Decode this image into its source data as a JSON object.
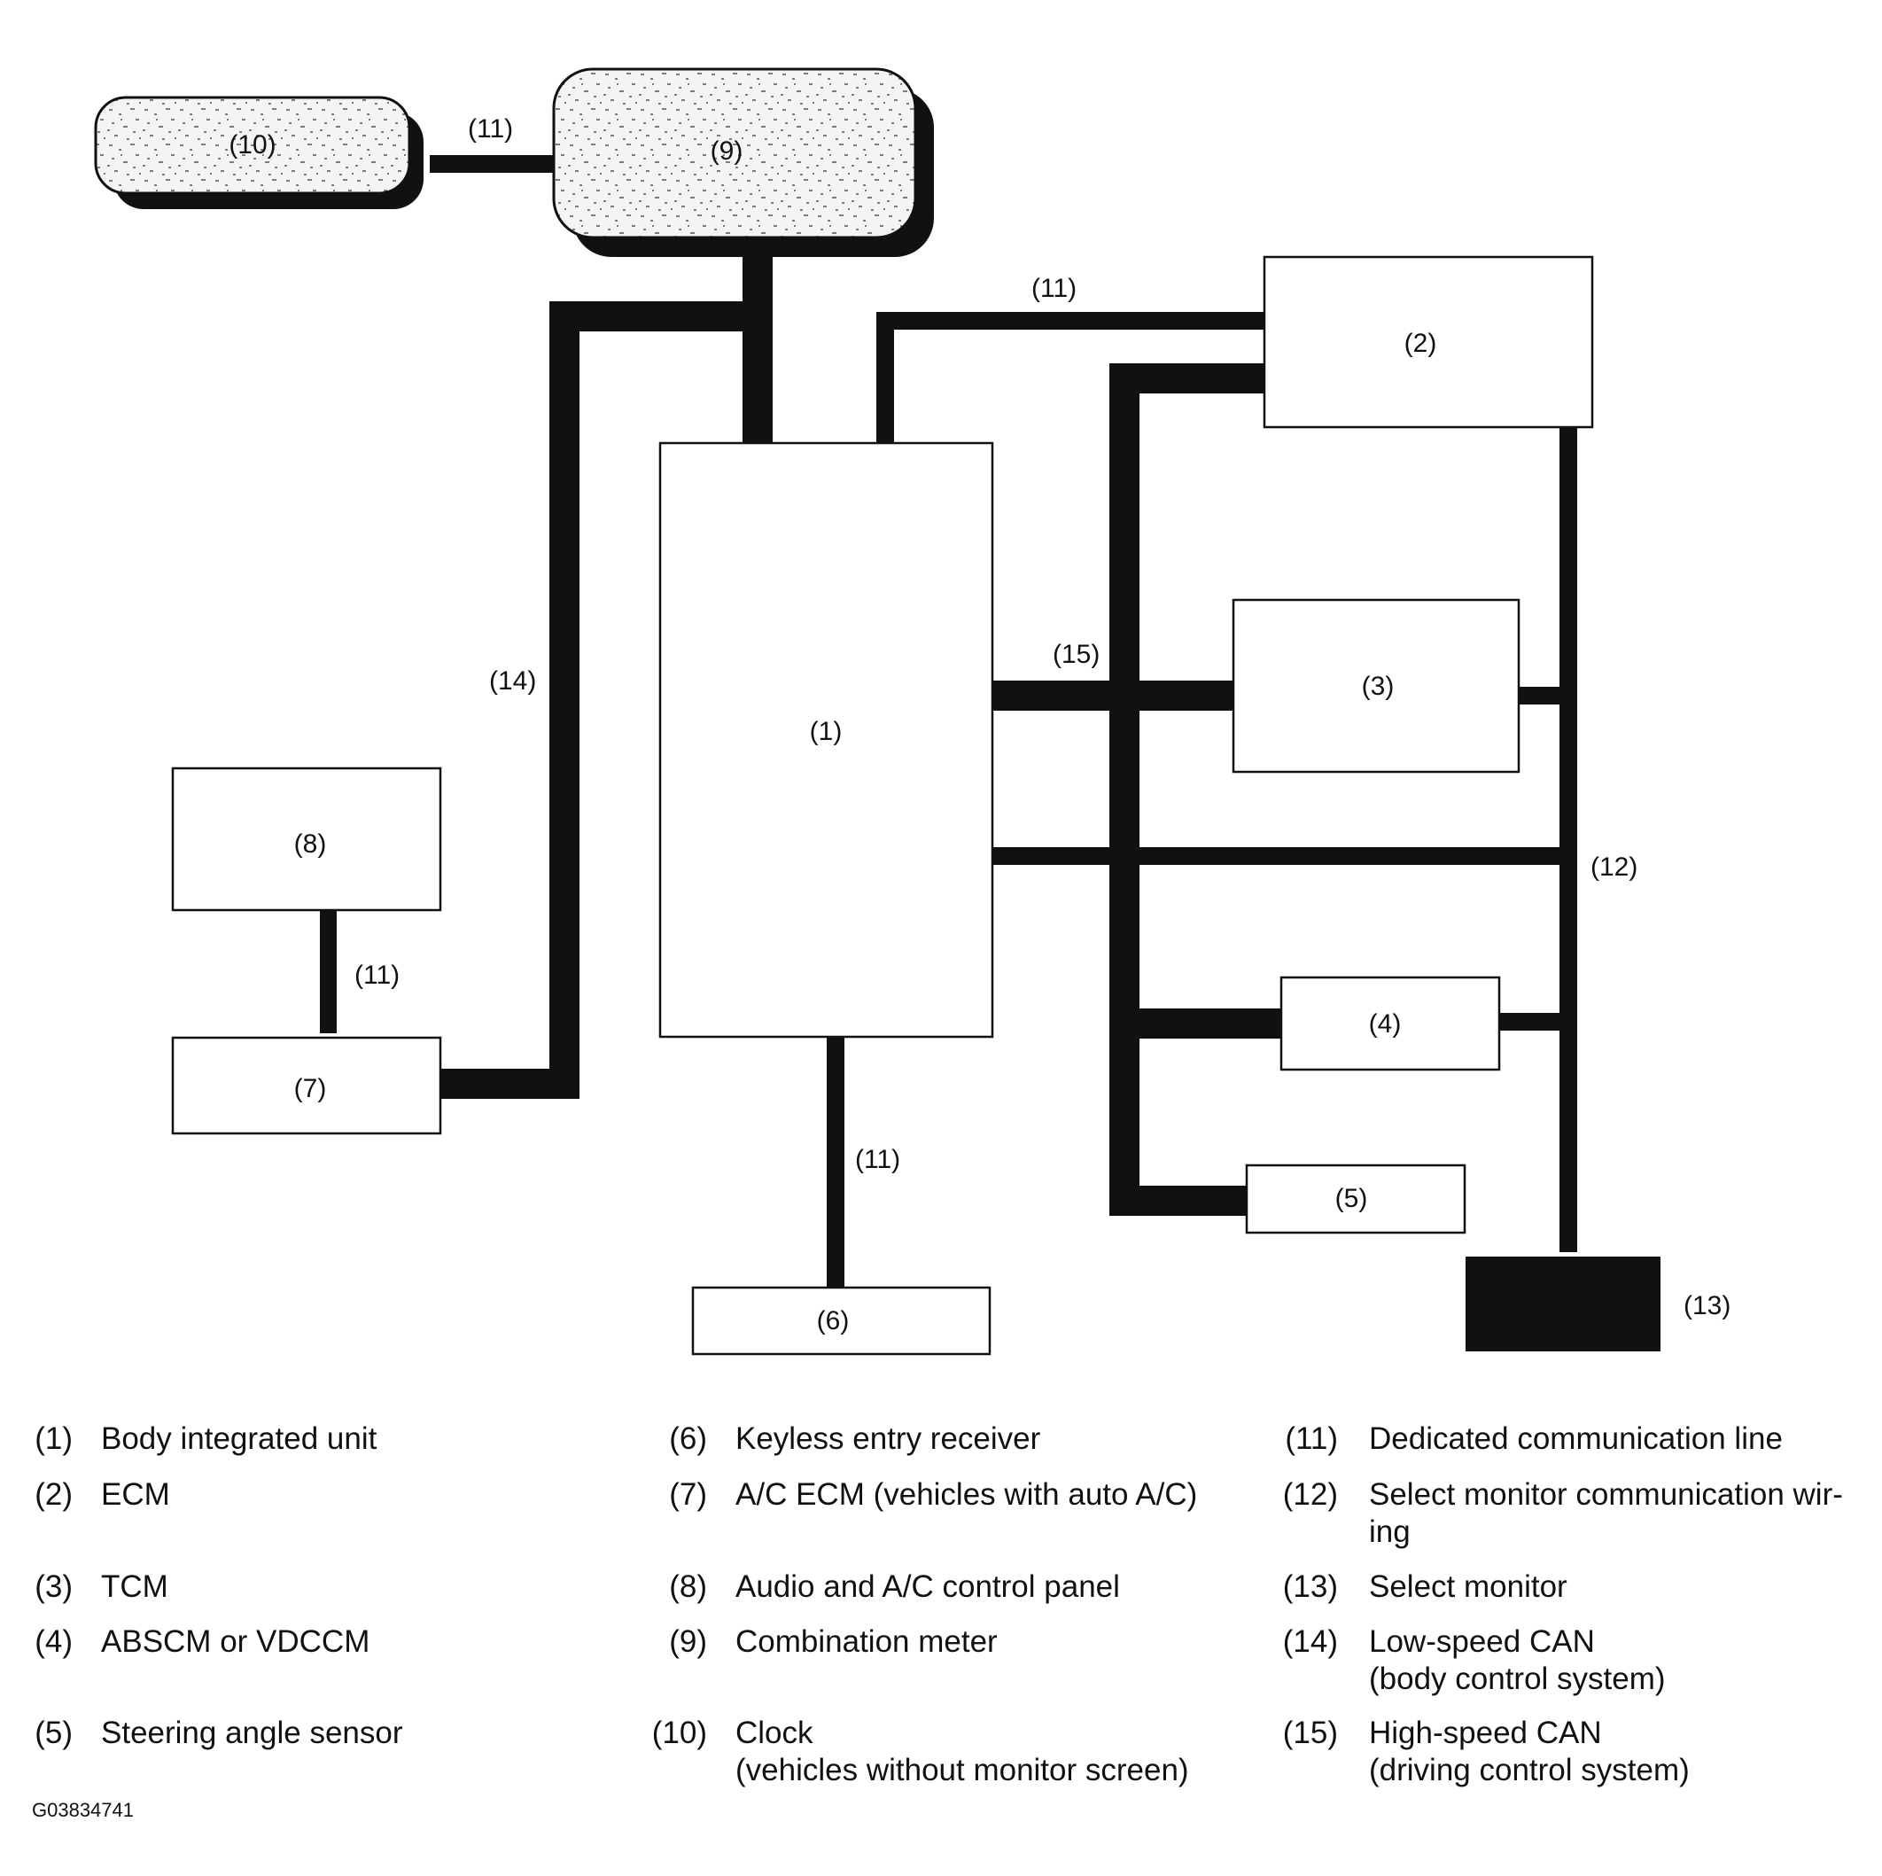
{
  "boxes": {
    "b1": "(1)",
    "b2": "(2)",
    "b3": "(3)",
    "b4": "(4)",
    "b5": "(5)",
    "b6": "(6)",
    "b7": "(7)",
    "b8": "(8)",
    "b9": "(9)",
    "b10": "(10)",
    "b13": "(13)"
  },
  "lines": {
    "l11_top": "(11)",
    "l11_upper": "(11)",
    "l11_left": "(11)",
    "l11_bottom": "(11)",
    "l12": "(12)",
    "l14": "(14)",
    "l15": "(15)"
  },
  "legend": [
    {
      "num": "(1)",
      "text": "Body integrated unit"
    },
    {
      "num": "(2)",
      "text": "ECM"
    },
    {
      "num": "(3)",
      "text": "TCM"
    },
    {
      "num": "(4)",
      "text": "ABSCM or VDCCM"
    },
    {
      "num": "(5)",
      "text": "Steering angle sensor"
    },
    {
      "num": "(6)",
      "text": "Keyless entry receiver"
    },
    {
      "num": "(7)",
      "text": "A/C ECM (vehicles with auto A/C)"
    },
    {
      "num": "(8)",
      "text": "Audio and A/C control panel"
    },
    {
      "num": "(9)",
      "text": "Combination meter"
    },
    {
      "num": "(10)",
      "text": "Clock\n(vehicles without monitor screen)"
    },
    {
      "num": "(11)",
      "text": "Dedicated communication line"
    },
    {
      "num": "(12)",
      "text": "Select monitor communication wir-\ning"
    },
    {
      "num": "(13)",
      "text": "Select monitor"
    },
    {
      "num": "(14)",
      "text": "Low-speed CAN\n(body control system)"
    },
    {
      "num": "(15)",
      "text": "High-speed CAN\n(driving control system)"
    }
  ],
  "figure_id": "G03834741"
}
